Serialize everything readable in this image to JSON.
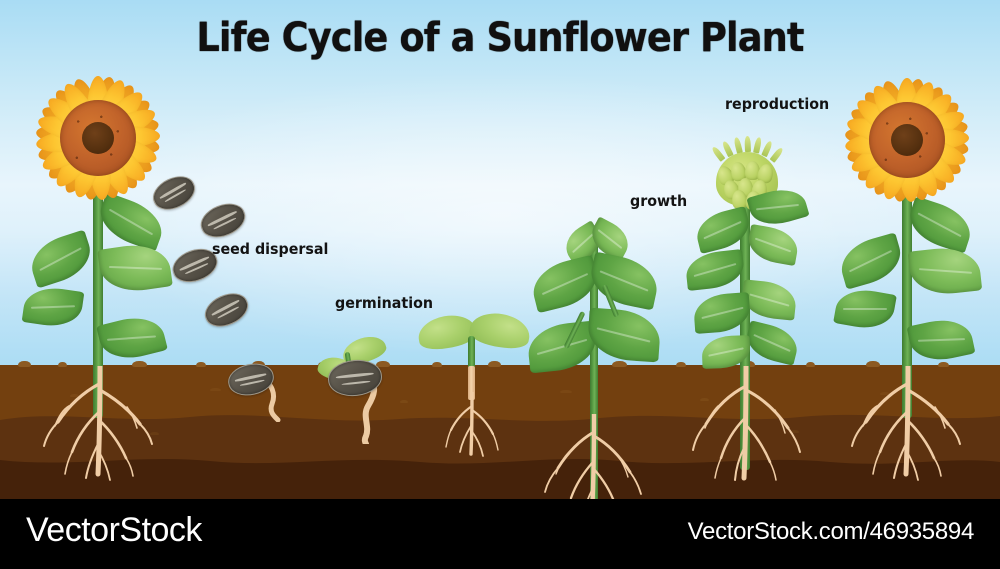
{
  "illustration": {
    "title": "Life Cycle of a Sunflower Plant",
    "background": {
      "sky_top_color": "#a9dcf4",
      "sky_mid_color": "#e8f5fc",
      "soil_top_color": "#73400f",
      "soil_mid_color": "#5d3210",
      "soil_bottom_color": "#45220a"
    },
    "palette": {
      "petal_yellow": "#ffd94b",
      "petal_orange": "#f7a922",
      "disc_orange": "#c0622a",
      "disc_core_brown": "#55300f",
      "leaf_green": "#5fa545",
      "stem_green": "#4c8c3c",
      "cotyledon_green": "#a9d06b",
      "bud_green": "#bcd564",
      "root_tan": "#f0cda6",
      "seed_gray": "#585349",
      "label_black": "#131313"
    },
    "stage_labels": [
      {
        "id": "seed-dispersal",
        "text": "seed dispersal"
      },
      {
        "id": "germination",
        "text": "germination"
      },
      {
        "id": "growth",
        "text": "growth"
      },
      {
        "id": "reproduction",
        "text": "reproduction"
      }
    ],
    "stages": [
      {
        "order": 1,
        "name": "mature-sunflower-left",
        "description": "mature flowering sunflower shedding seeds"
      },
      {
        "order": 2,
        "name": "falling-seeds",
        "description": "four sunflower seeds falling through the air"
      },
      {
        "order": 3,
        "name": "germinating-seed",
        "description": "seed in soil sprouting a root and cotyledons"
      },
      {
        "order": 4,
        "name": "seedling",
        "description": "young seedling with two cotyledons"
      },
      {
        "order": 5,
        "name": "young-plant",
        "description": "leafy young plant growing taller"
      },
      {
        "order": 6,
        "name": "budding-plant",
        "description": "tall plant with an unopened flower bud"
      },
      {
        "order": 7,
        "name": "mature-sunflower-right",
        "description": "fully bloomed sunflower ready to reproduce"
      }
    ]
  },
  "watermark": {
    "logo": "VectorStock",
    "url": "VectorStock.com/46935894"
  }
}
